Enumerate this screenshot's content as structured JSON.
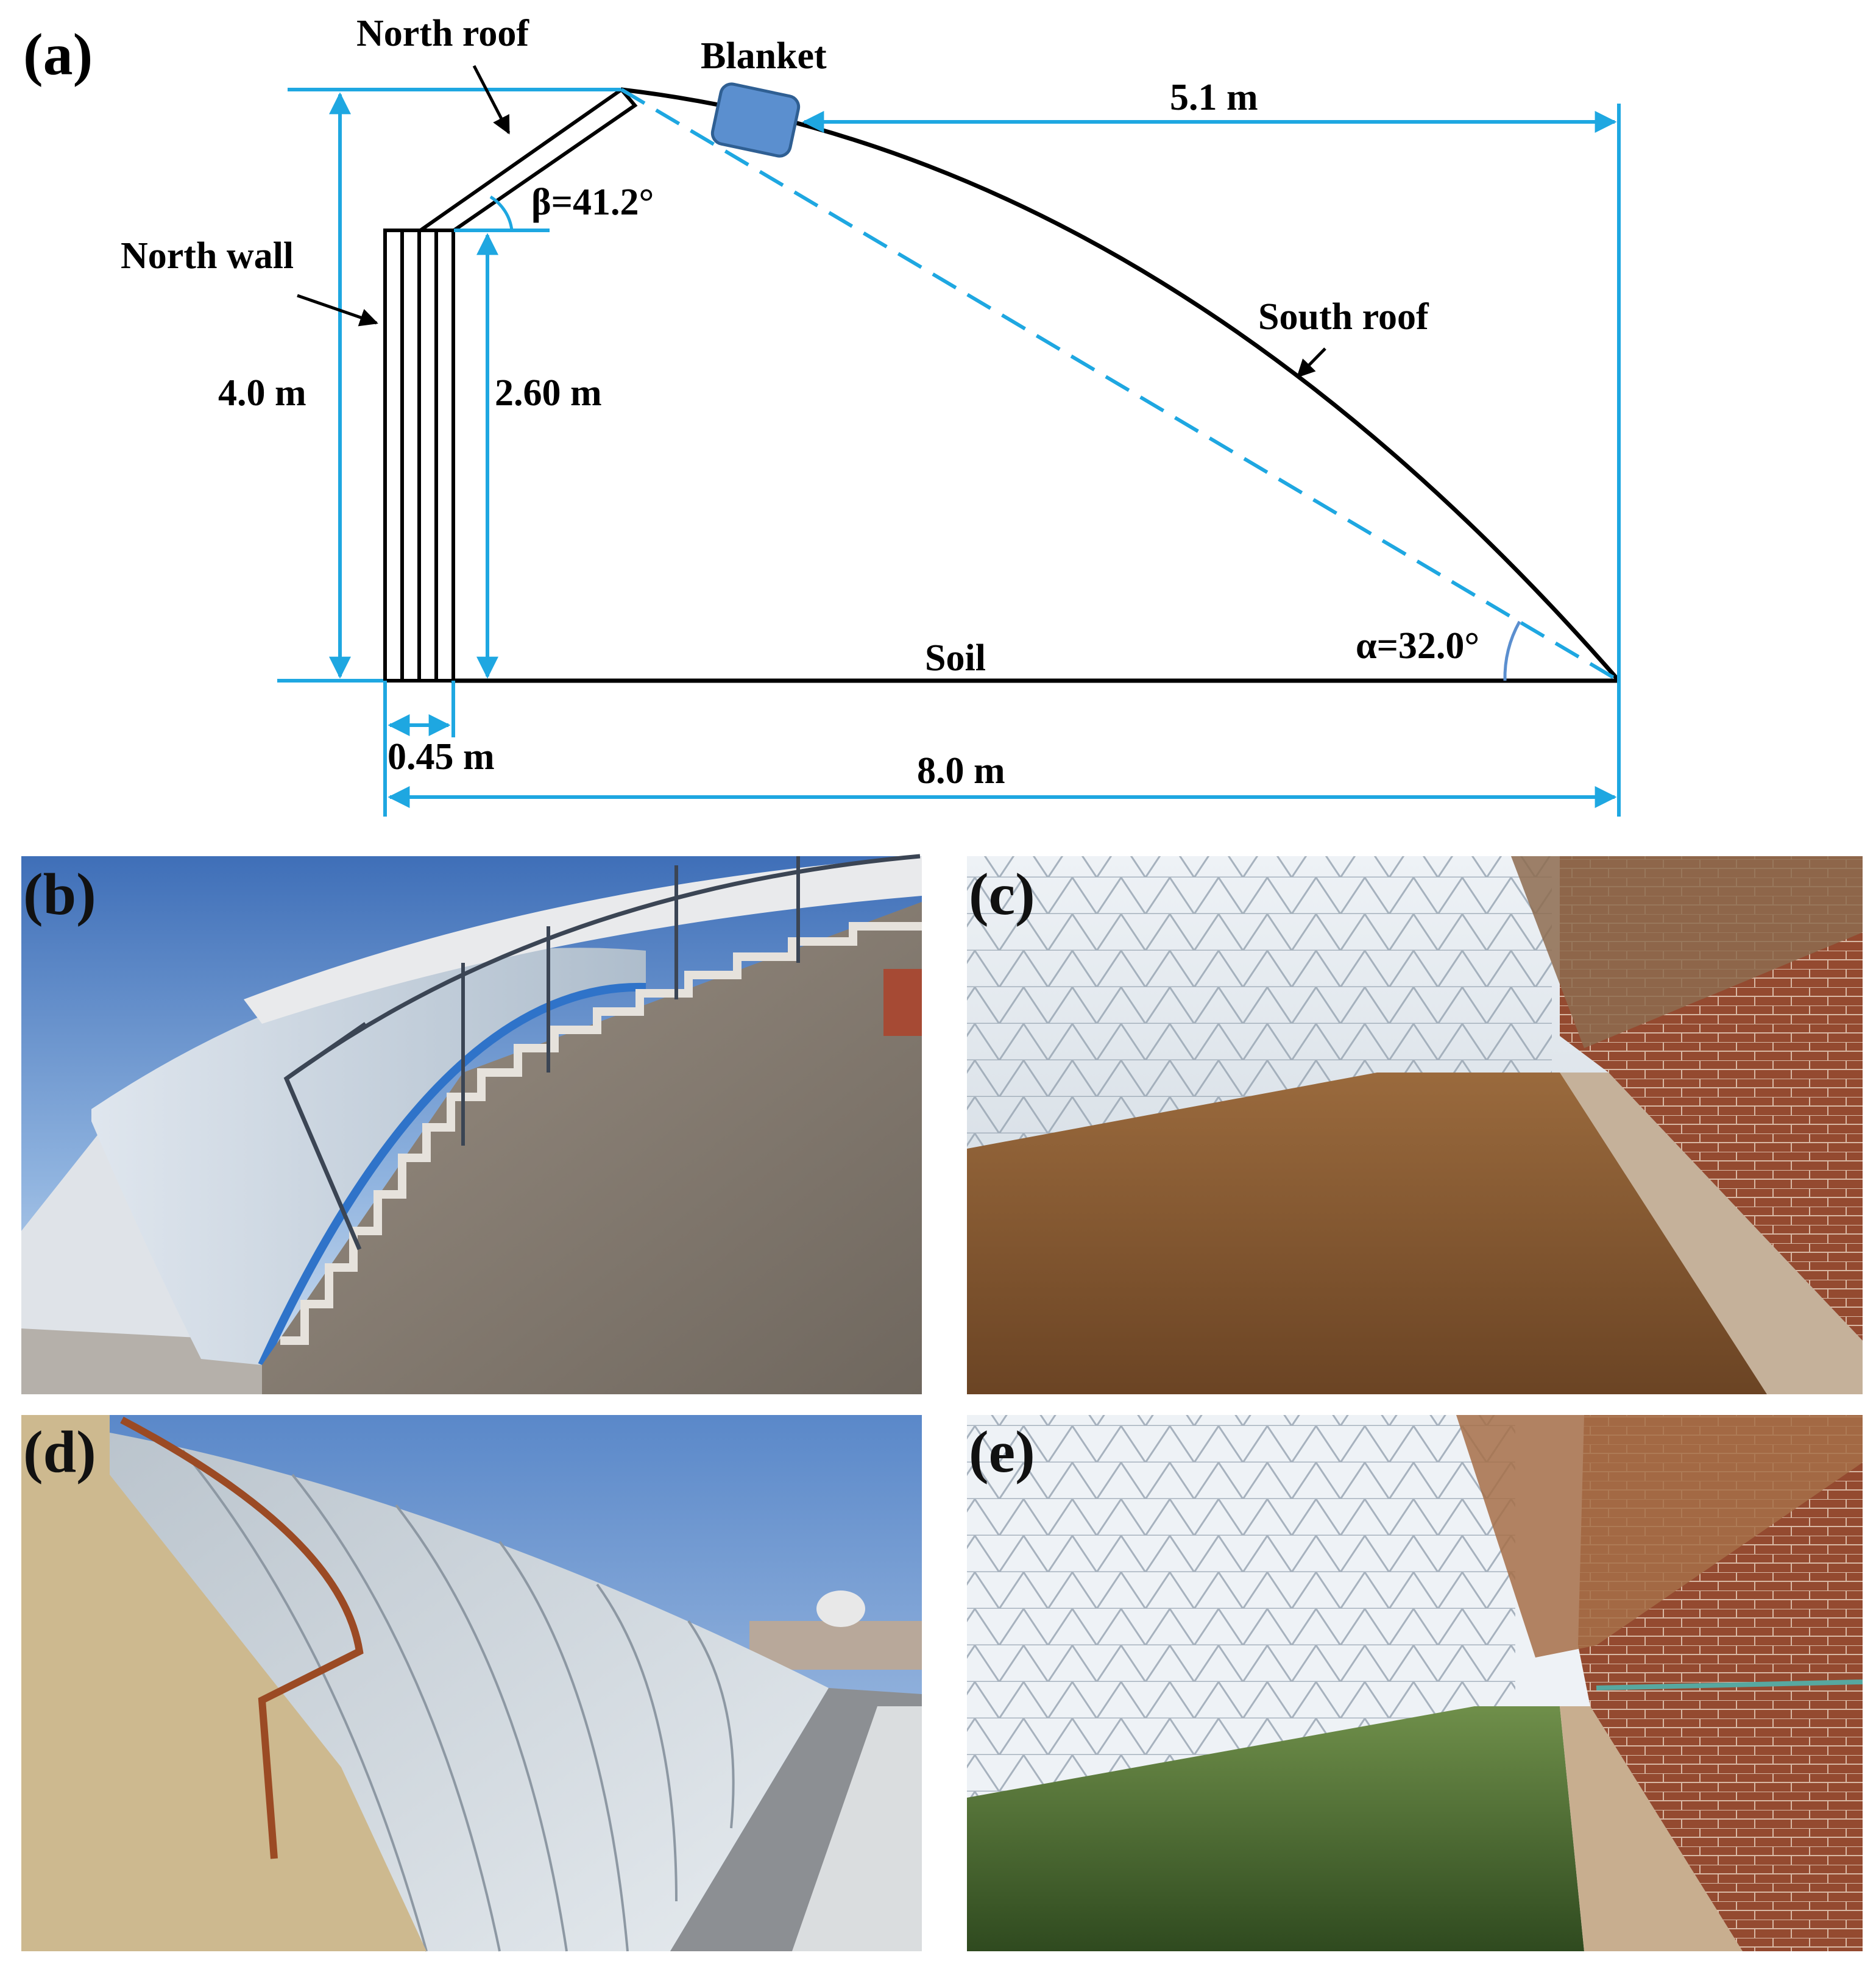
{
  "figure": {
    "panels": [
      {
        "id": "a",
        "label": "(a)",
        "kind": "schematic"
      },
      {
        "id": "b",
        "label": "(b)",
        "kind": "photo",
        "depicts": "exterior-north-wall-with-stairs"
      },
      {
        "id": "c",
        "label": "(c)",
        "kind": "photo",
        "depicts": "interior-bare-soil"
      },
      {
        "id": "d",
        "label": "(d)",
        "kind": "photo",
        "depicts": "exterior-film-covered-south-roof"
      },
      {
        "id": "e",
        "label": "(e)",
        "kind": "photo",
        "depicts": "interior-with-plants"
      }
    ]
  },
  "diagram": {
    "labels": {
      "north_roof": "North roof",
      "blanket": "Blanket",
      "north_wall": "North wall",
      "south_roof": "South roof",
      "soil": "Soil"
    },
    "dimensions": {
      "span_to_ridge": "5.1 m",
      "ridge_height": "4.0 m",
      "wall_height": "2.60 m",
      "wall_thickness": "0.45 m",
      "total_span": "8.0 m",
      "beta": "β=41.2°",
      "alpha": "α=32.0°"
    },
    "colors": {
      "dimension_line": "#1ea7e1",
      "outline": "#000000",
      "blanket_fill": "#5b8fcf",
      "blanket_stroke": "#2f5f93"
    }
  }
}
